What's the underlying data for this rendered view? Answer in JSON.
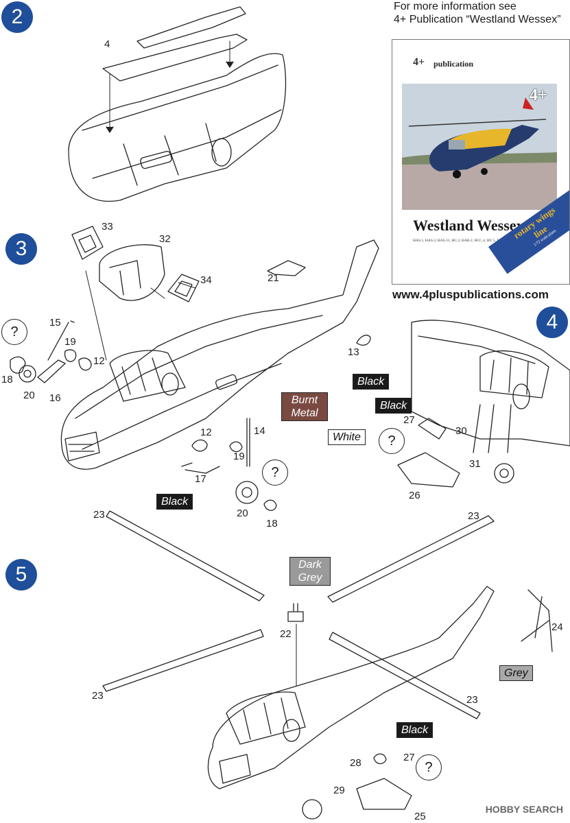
{
  "steps": {
    "s2": "2",
    "s3": "3",
    "s4": "4",
    "s5": "5"
  },
  "info": {
    "line1": "For more information see",
    "line2": "4+ Publication “Westland Wessex”",
    "website": "www.4pluspublications.com"
  },
  "book": {
    "publisher": "publication",
    "logo": "4+",
    "title": "Westland Wessex",
    "subtitle": "HAS.1, HAS.3, HAS.31, HC.2, HAR.2, HCC.4, HU.5, Mk.50 Sr.",
    "series_line1": "rotary wings",
    "series_line2": "line",
    "scale": "1/72 scale plans"
  },
  "parts": {
    "p4": "4",
    "p33": "33",
    "p32": "32",
    "p34": "34",
    "p21": "21",
    "p15": "15",
    "p19a": "19",
    "p12a": "12",
    "p18a": "18",
    "p20a": "20",
    "p16": "16",
    "p13": "13",
    "p12b": "12",
    "p14": "14",
    "p19b": "19",
    "p17": "17",
    "p20b": "20",
    "p18b": "18",
    "p27a": "27",
    "p30": "30",
    "p31": "31",
    "p26": "26",
    "p23a": "23",
    "p23b": "23",
    "p23c": "23",
    "p23d": "23",
    "p22": "22",
    "p24": "24",
    "p28": "28",
    "p27b": "27",
    "p29": "29",
    "p25": "25"
  },
  "tags": {
    "black1": "Black",
    "black2": "Black",
    "black3": "Black",
    "black4": "Black",
    "burnt_l1": "Burnt",
    "burnt_l2": "Metal",
    "white": "White",
    "darkgrey_l1": "Dark",
    "darkgrey_l2": "Grey",
    "grey": "Grey"
  },
  "question_mark": "?",
  "credit": "HOBBY SEARCH",
  "colors": {
    "step_blue": "#1f4e9a",
    "burnt_metal": "#7a4a42",
    "dark_grey": "#9a9a9a",
    "book_blue": "#2a4f9a",
    "book_yellow": "#e8b62a"
  }
}
